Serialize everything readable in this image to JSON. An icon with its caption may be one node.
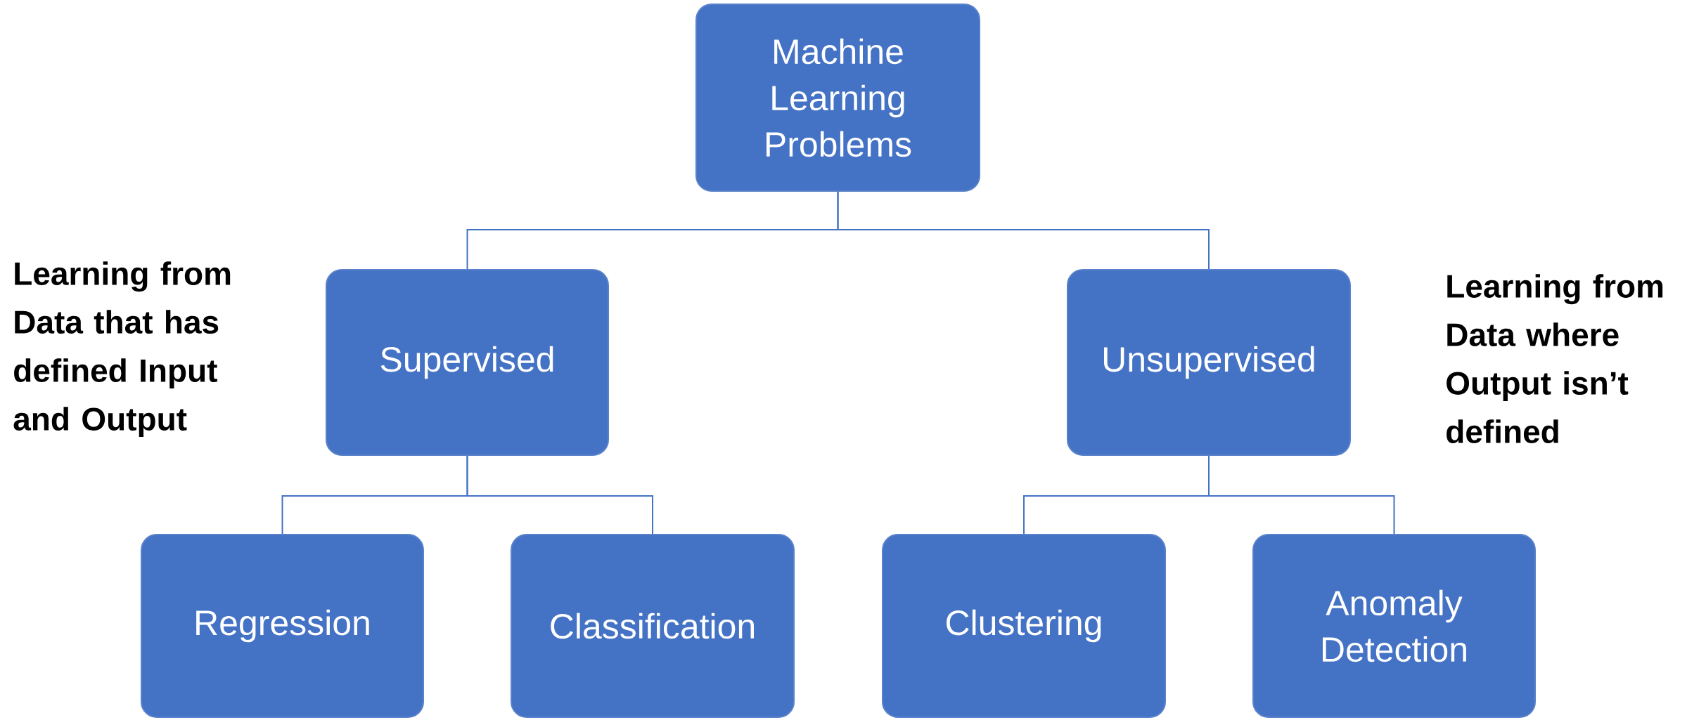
{
  "diagram": {
    "nodes": [
      {
        "text": [
          "Machine Learning Problems"
        ]
      },
      {
        "text": [
          "Supervised"
        ],
        "beside": [
          "Learning from Data that has defined Input and Output"
        ]
      },
      {
        "text": [
          "Unsupervised"
        ],
        "beside": [
          "Learning from Data where Output isn’t defined"
        ]
      },
      {
        "text": [
          "Regression"
        ]
      },
      {
        "text": [
          "Classification"
        ]
      },
      {
        "text": [
          "Clustering"
        ]
      },
      {
        "text": [
          "Anomaly Detection"
        ]
      }
    ],
    "edges": [
      {
        "from": 0,
        "to": 1,
        "arrow": "none"
      },
      {
        "from": 0,
        "to": 2,
        "arrow": "none"
      },
      {
        "from": 1,
        "to": 3,
        "arrow": "none"
      },
      {
        "from": 1,
        "to": 4,
        "arrow": "none"
      },
      {
        "from": 2,
        "to": 5,
        "arrow": "none"
      },
      {
        "from": 2,
        "to": 6,
        "arrow": "none"
      }
    ]
  }
}
